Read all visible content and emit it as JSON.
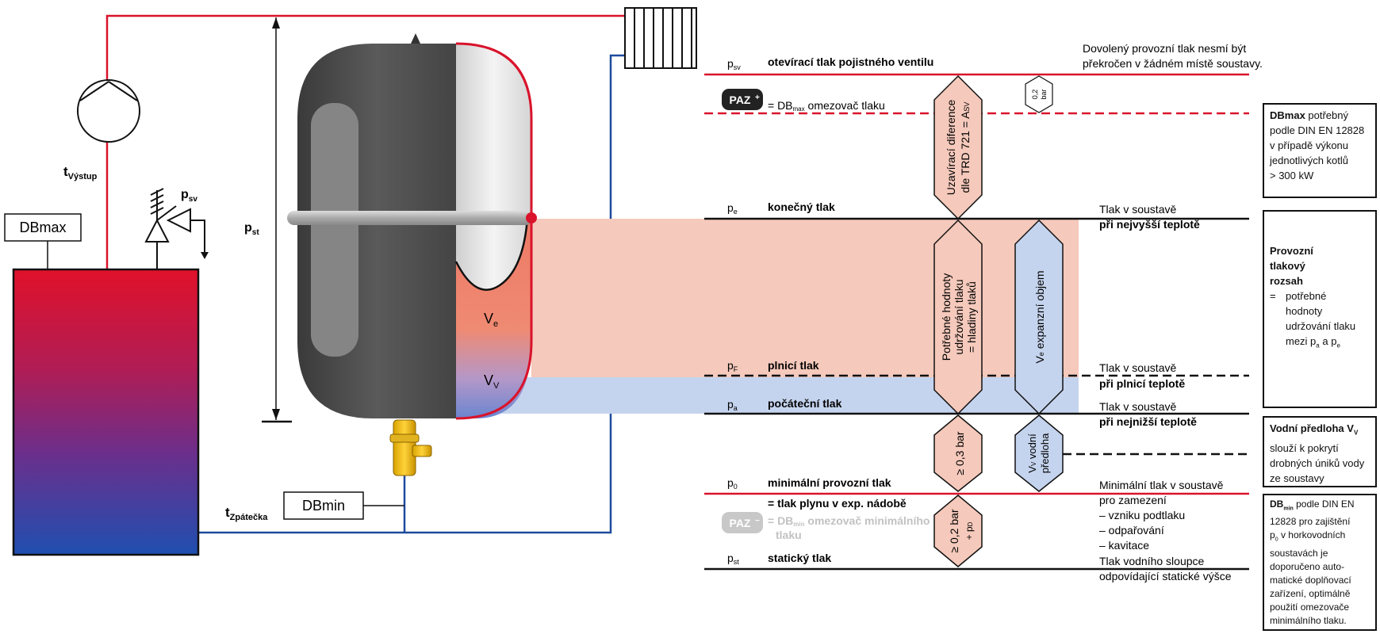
{
  "left": {
    "t_vystup": "t",
    "t_vystup_sub": "Výstup",
    "p_sv": "p",
    "p_sv_sub": "sv",
    "dbmax_label": "DBmax",
    "dbmin_label": "DBmin",
    "p_st": "p",
    "p_st_sub": "st",
    "v_e": "V",
    "v_e_sub": "e",
    "v_v": "V",
    "v_v_sub": "V",
    "t_zpatecka": "t",
    "t_zpatecka_sub": "Zpátečka"
  },
  "levels": [
    {
      "sym": "p",
      "sub": "sv",
      "label": "otevírací tlak pojistného ventilu",
      "right_1": "",
      "right_2": ""
    },
    {
      "sym": "p",
      "sub": "e",
      "label": "konečný tlak",
      "right_1": "Tlak v soustavě",
      "right_2": "při nejvyšší teplotě"
    },
    {
      "sym": "p",
      "sub": "F",
      "label": "plnicí tlak",
      "right_1": "Tlak v soustavě",
      "right_2": "při plnicí teplotě"
    },
    {
      "sym": "p",
      "sub": "a",
      "label": "počáteční tlak",
      "right_1": "Tlak v soustavě",
      "right_2": "při nejnižší teplotě"
    },
    {
      "sym": "p",
      "sub": "0",
      "label": "minimální provozní tlak",
      "right_1": "Minimální tlak v soustavě",
      "right_2": ""
    },
    {
      "sym": "p",
      "sub": "st",
      "label": "statický tlak",
      "right_1": "Tlak vodního sloupce",
      "right_2": "odpovídající statické výšce"
    }
  ],
  "top_note_1": "Dovolený provozní tlak nesmí být",
  "top_note_2": "překročen v žádném místě soustavy.",
  "paz_plus": {
    "badge": "PAZ",
    "sign": "+",
    "text_pre": "= DB",
    "text_sub": "max",
    "text_post": " omezovač tlaku"
  },
  "paz_minus": {
    "badge": "PAZ",
    "sign": "−",
    "text_pre": "= DB",
    "text_sub": "min",
    "text_post": "  omezovač minimálního",
    "text_2": "tlaku"
  },
  "gas_pressure": "= tlak plynu v exp. nádobě",
  "min_reasons": [
    "pro zamezení",
    "– vzniku podtlaku",
    "– odpařování",
    "– kavitace"
  ],
  "hex": {
    "h1_l1": "Uzavírací diference",
    "h1_l2": "dle TRD 721 = A",
    "h1_sub": "SV",
    "h2_l1": "Potřebné hodnoty",
    "h2_l2": "udržování tlaku",
    "h2_l3": "= hladiny tlaků",
    "h3_pre": "V",
    "h3_sub": "e",
    "h3_post": " expanzní objem",
    "h4": "≥ 0,3 bar",
    "h5_l1": "V",
    "h5_sub": "V",
    "h5_l1b": " vodní",
    "h5_l2": "předloha",
    "h6_l1": "≥ 0,2 bar",
    "h6_l2": "+ p",
    "h6_sub": "D",
    "h7_l1": "0,2",
    "h7_l2": "bar"
  },
  "boxes": {
    "dbmax": {
      "head": "DBmax",
      "l1": " potřebný",
      "l2": "podle DIN EN 12828",
      "l3": "v případě výkonu",
      "l4": "jednotlivých kotlů",
      "l5": "> 300 kW"
    },
    "range": {
      "l1": "Provozní",
      "l2": "tlakový",
      "l3": "rozsah",
      "eq": "=",
      "l4": "potřebné",
      "l5": "hodnoty",
      "l6": "udržování tlaku",
      "l7": "mezi p",
      "l7a": "a",
      "l7b": " a p",
      "l7c": "e"
    },
    "water": {
      "head": "Vodní předloha V",
      "head_sub": "V",
      "l2": "slouží k pokrytí",
      "l3": "drobných úniků vody",
      "l4": "ze soustavy"
    },
    "dbmin": {
      "head": "DB",
      "head_sub": "min",
      "head_post": " podle DIN EN",
      "lines": [
        "12828 pro zajištění",
        "p",
        "v horkovodních",
        "soustavách je",
        "doporučeno auto-",
        "matické doplňovací",
        "zařízení, optimálně",
        "použití omezovače",
        "minimálního tlaku."
      ],
      "l2_sub": "0"
    }
  },
  "colors": {
    "red": "#d9132b",
    "blue": "#1e4a9c",
    "pink": "#f5c9bb",
    "lightblue": "#c5d4ee",
    "dark": "#222"
  }
}
